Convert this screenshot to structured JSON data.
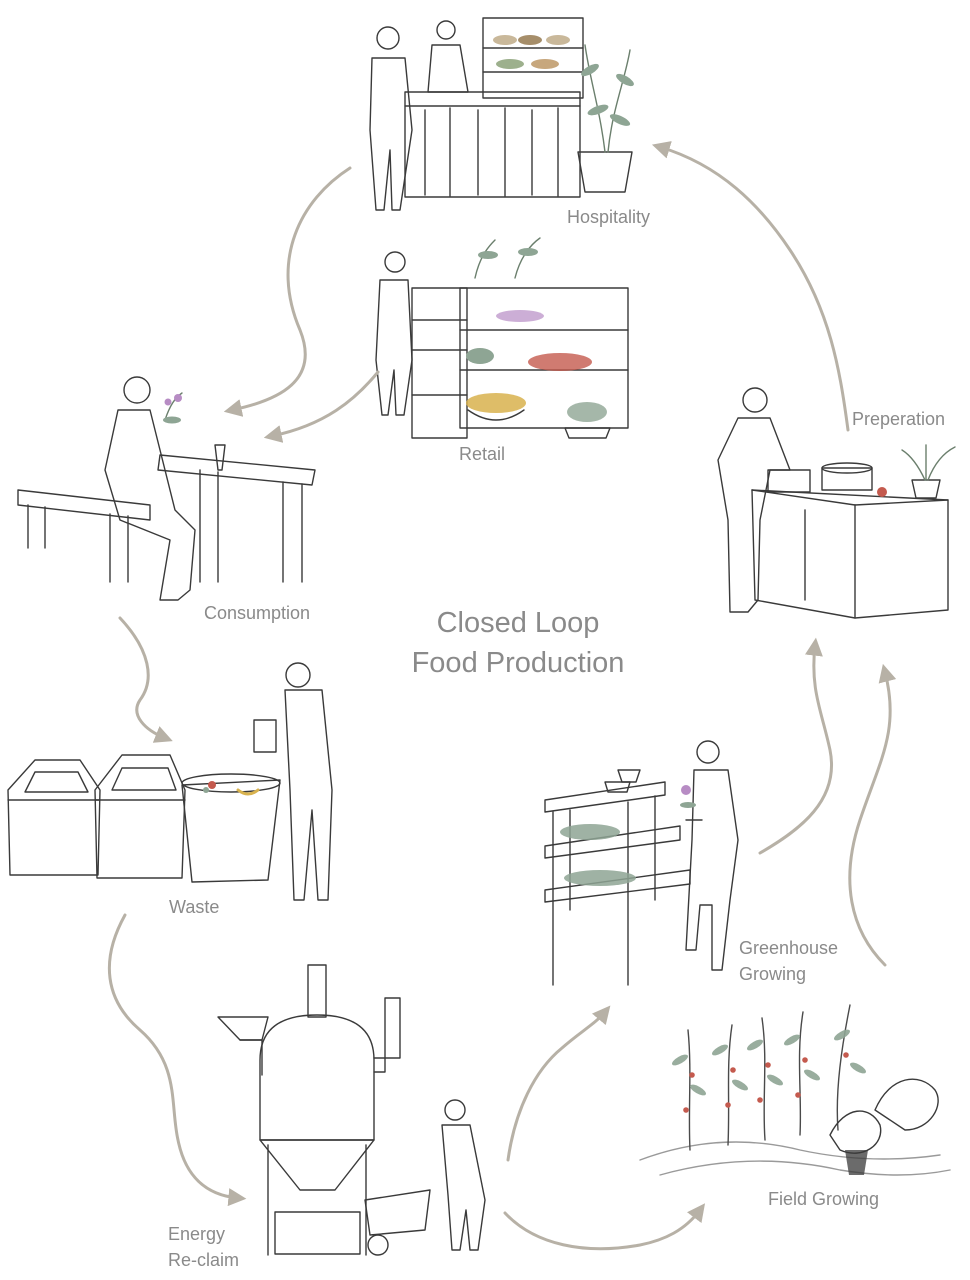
{
  "title": {
    "line1": "Closed Loop",
    "line2": "Food Production"
  },
  "stages": {
    "hospitality": "Hospitality",
    "retail": "Retail",
    "consumption": "Consumption",
    "waste": "Waste",
    "energy_reclaim": {
      "line1": "Energy",
      "line2": "Re-claim"
    },
    "greenhouse_growing": {
      "line1": "Greenhouse",
      "line2": "Growing"
    },
    "field_growing": "Field Growing",
    "preperation": "Preperation"
  },
  "colors": {
    "arrow": "#b7b1a6",
    "text": "#8a8a8a",
    "ink": "#3a3a3a",
    "leaf": "#8ea594",
    "produce_red": "#c45a4e",
    "produce_yellow": "#d8b24e",
    "flower": "#b78cc4"
  }
}
